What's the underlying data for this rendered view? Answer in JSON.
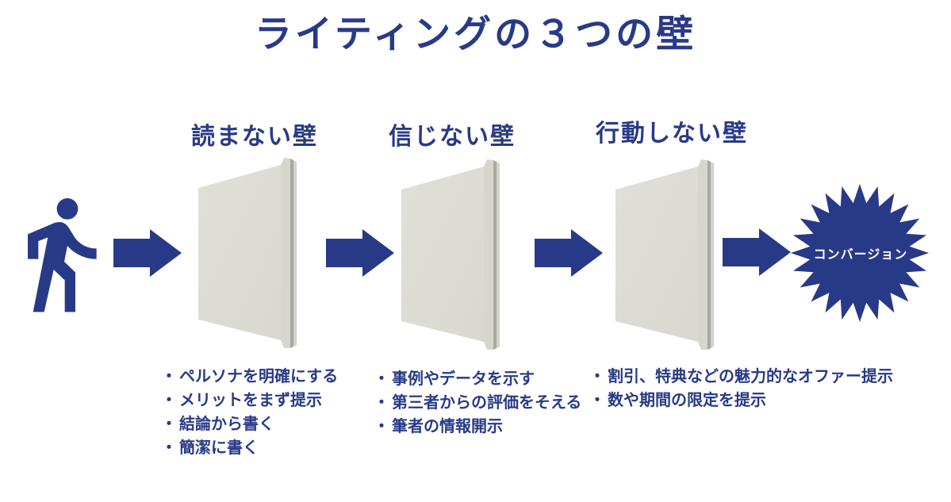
{
  "title": "ライティングの３つの壁",
  "bullet": "・",
  "stages": [
    {
      "label": "読まない壁",
      "tips": [
        "ペルソナを明確にする",
        "メリットをまず提示",
        "結論から書く",
        "簡潔に書く"
      ]
    },
    {
      "label": "信じない壁",
      "tips": [
        "事例やデータを示す",
        "第三者からの評価をそえる",
        "筆者の情報開示"
      ]
    },
    {
      "label": "行動しない壁",
      "tips": [
        "割引、特典などの魅力的なオファー提示",
        "数や期間の限定を提示"
      ]
    }
  ],
  "goal_label": "コンバージョン",
  "icons": {
    "person": "walking-person-icon",
    "arrow": "right-arrow-icon",
    "wall": "wall-illustration",
    "goal": "starburst-badge"
  },
  "colors": {
    "navy": "#283a87",
    "wall_face": "#dcdcd4",
    "wall_edge": "#d7d6ce",
    "wall_groove": "#a8a8a1",
    "background": "#ffffff",
    "goal_text": "#ffffff"
  }
}
